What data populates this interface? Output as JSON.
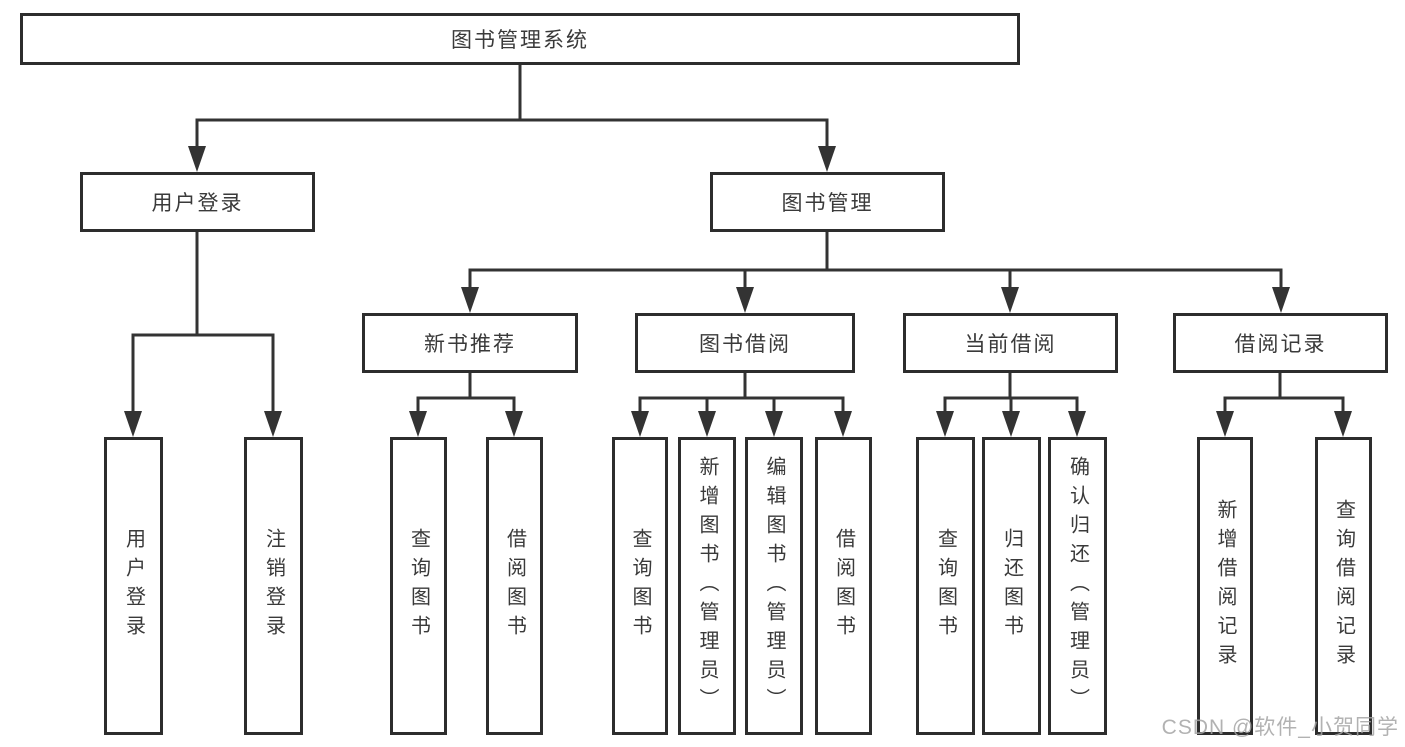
{
  "diagram": {
    "title": "图书管理系统",
    "root": {
      "label": "图书管理系统"
    },
    "level2": [
      {
        "label": "用户登录"
      },
      {
        "label": "图书管理"
      }
    ],
    "level3": [
      {
        "label": "新书推荐"
      },
      {
        "label": "图书借阅"
      },
      {
        "label": "当前借阅"
      },
      {
        "label": "借阅记录"
      }
    ],
    "leaves": {
      "user_login": [
        {
          "label": "用户登录"
        },
        {
          "label": "注销登录"
        }
      ],
      "new_book": [
        {
          "label": "查询图书"
        },
        {
          "label": "借阅图书"
        }
      ],
      "book_borrow": [
        {
          "label": "查询图书"
        },
        {
          "label": "新增图书（管理员）"
        },
        {
          "label": "编辑图书（管理员）"
        },
        {
          "label": "借阅图书"
        }
      ],
      "current_borrow": [
        {
          "label": "查询图书"
        },
        {
          "label": "归还图书"
        },
        {
          "label": "确认归还（管理员）"
        }
      ],
      "borrow_record": [
        {
          "label": "新增借阅记录"
        },
        {
          "label": "查询借阅记录"
        }
      ]
    },
    "colors": {
      "line": "#333333",
      "box_border": "#2d2d2d",
      "text": "#3a3a3a",
      "background": "#ffffff",
      "watermark": "#a5a5a5"
    },
    "watermark": "CSDN @软件_小贺同学"
  }
}
